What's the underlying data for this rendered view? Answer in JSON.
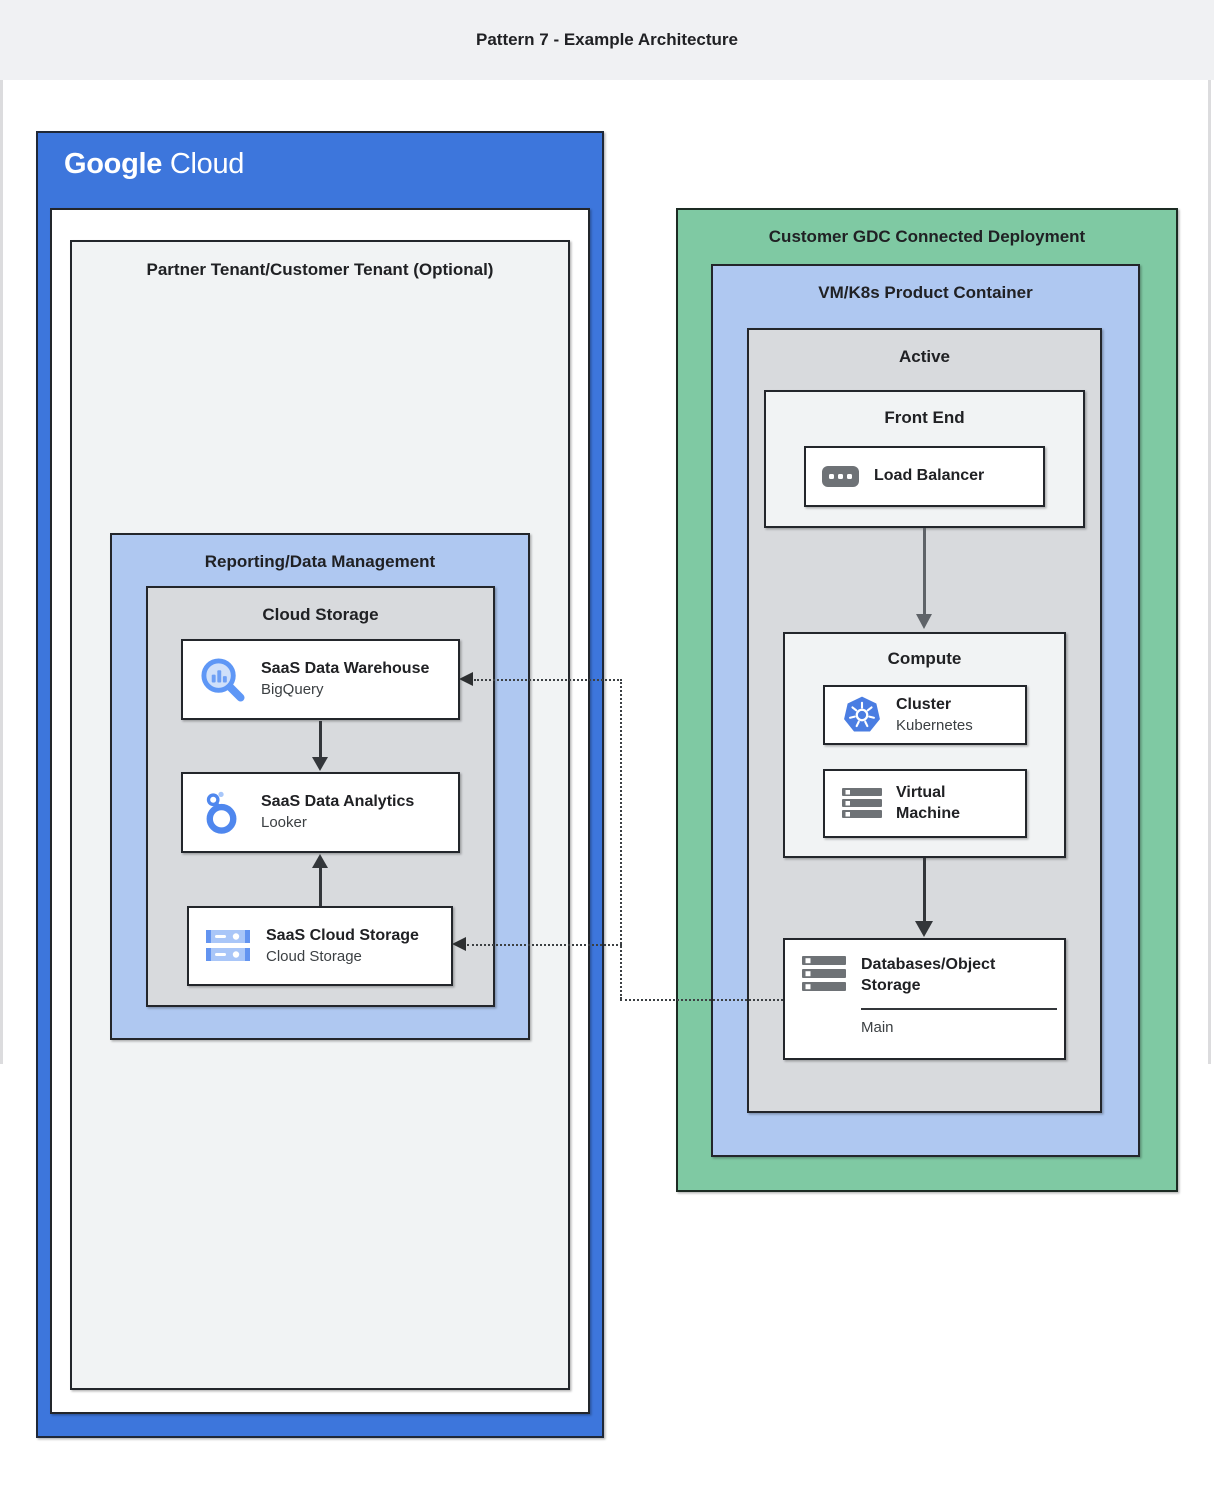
{
  "page": {
    "title": "Pattern 7 - Example Architecture"
  },
  "colors": {
    "google_blue": "#3D76DC",
    "light_blue": "#AFC8F1",
    "green": "#7FC9A3",
    "panel_gray": "#D8DADD",
    "panel_light_gray": "#F1F3F4",
    "title_band_gray": "#F0F1F3",
    "border_dark": "#23262B",
    "text_dark": "#202124",
    "icon_blue": "#5E97F6",
    "icon_gray": "#6E7276",
    "arrow_gray": "#5F6368"
  },
  "google_cloud": {
    "logo": {
      "word1": "Google",
      "word2": "Cloud"
    },
    "tenant": {
      "title": "Partner Tenant/Customer Tenant (Optional)",
      "reporting": {
        "title": "Reporting/Data Management",
        "group": {
          "title": "Cloud Storage",
          "warehouse": {
            "title": "SaaS Data Warehouse",
            "subtitle": "BigQuery",
            "icon": "bigquery-icon"
          },
          "analytics": {
            "title": "SaaS Data Analytics",
            "subtitle": "Looker",
            "icon": "looker-icon"
          },
          "storage": {
            "title": "SaaS Cloud Storage",
            "subtitle": "Cloud Storage",
            "icon": "cloud-storage-icon"
          }
        }
      }
    }
  },
  "gdc": {
    "title": "Customer GDC Connected Deployment",
    "container": {
      "title": "VM/K8s Product Container",
      "active": {
        "title": "Active",
        "front_end": {
          "title": "Front End",
          "load_balancer": {
            "label": "Load Balancer",
            "icon": "load-balancer-icon"
          }
        },
        "compute": {
          "title": "Compute",
          "cluster": {
            "title": "Cluster",
            "subtitle": "Kubernetes",
            "icon": "kubernetes-icon"
          },
          "vm": {
            "title": "Virtual Machine",
            "icon": "virtual-machine-icon"
          }
        },
        "databases": {
          "title": "Databases/Object Storage",
          "label": "Main",
          "icon": "object-storage-icon"
        }
      }
    }
  },
  "connections": [
    {
      "from": "load-balancer",
      "to": "compute",
      "style": "solid-arrow"
    },
    {
      "from": "compute",
      "to": "databases-object-storage",
      "style": "solid-arrow"
    },
    {
      "from": "saas-data-warehouse",
      "to": "saas-data-analytics",
      "style": "solid-arrow"
    },
    {
      "from": "saas-cloud-storage",
      "to": "saas-data-analytics",
      "style": "solid-arrow"
    },
    {
      "from": "databases-object-storage",
      "to": "saas-data-warehouse",
      "style": "dotted-arrow"
    },
    {
      "from": "databases-object-storage",
      "to": "saas-cloud-storage",
      "style": "dotted-arrow"
    }
  ]
}
